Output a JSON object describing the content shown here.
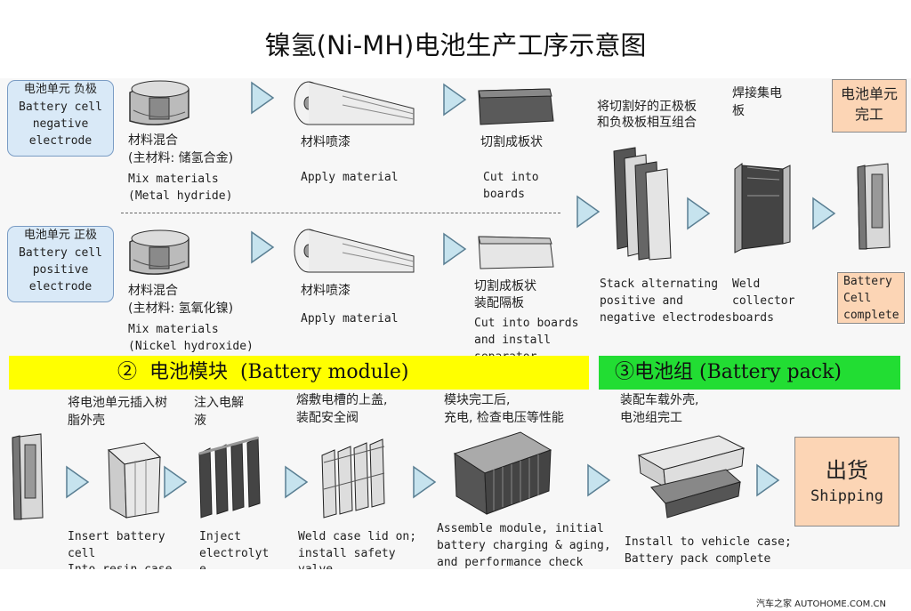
{
  "title": "镍氢(Ni-MH)电池生产工序示意图",
  "cells": {
    "negative": {
      "cn": "电池单元 负极",
      "en1": "Battery cell",
      "en2": "negative",
      "en3": "electrode"
    },
    "positive": {
      "cn": "电池单元 正极",
      "en1": "Battery cell",
      "en2": "positive",
      "en3": "electrode"
    },
    "complete_box": {
      "cn1": "电池单元",
      "cn2": "完工",
      "en1": "Battery",
      "en2": "Cell",
      "en3": "complete"
    },
    "shipping_box": {
      "cn": "出货",
      "en": "Shipping"
    }
  },
  "steps": {
    "neg_mix": {
      "cn1": "材料混合",
      "cn2": "(主材料: 储氢合金)",
      "en1": "Mix materials",
      "en2": "(Metal hydride)"
    },
    "neg_apply": {
      "cn": "材料喷漆",
      "en": "Apply material"
    },
    "neg_cut": {
      "cn": "切割成板状",
      "en1": "Cut into",
      "en2": "boards"
    },
    "pos_mix": {
      "cn1": "材料混合",
      "cn2": "(主材料: 氢氧化镍)",
      "en1": "Mix materials",
      "en2": "(Nickel hydroxide)"
    },
    "pos_apply": {
      "cn": "材料喷漆",
      "en": "Apply material"
    },
    "pos_cut": {
      "cn1": "切割成板状",
      "cn2": "装配隔板",
      "en1": "Cut into boards",
      "en2": "and install",
      "en3": "separator"
    },
    "stack": {
      "cn1": "将切割好的正极板",
      "cn2": "和负极板相互组合",
      "en1": "Stack alternating",
      "en2": "positive and",
      "en3": "negative electrodes"
    },
    "weld": {
      "cn1": "焊接集电",
      "cn2": "板",
      "en1": "Weld",
      "en2": "collector",
      "en3": "boards"
    },
    "insert": {
      "cn1": "将电池单元插入树",
      "cn2": "脂外壳",
      "en1": "Insert battery",
      "en2": "cell",
      "en3": "Into resin case"
    },
    "inject": {
      "cn1": "注入电解",
      "cn2": "液",
      "en1": "Inject",
      "en2": "electrolyt",
      "en3": "e"
    },
    "weldlid": {
      "cn1": "熔敷电槽的上盖,",
      "cn2": "装配安全阀",
      "en1": "Weld case lid on;",
      "en2": "install safety",
      "en3": "valve"
    },
    "assemble": {
      "cn1": "模块完工后,",
      "cn2": "充电, 检查电压等性能",
      "en1": "Assemble module, initial",
      "en2": "battery charging & aging,",
      "en3": "and performance check"
    },
    "install": {
      "cn1": "装配车载外壳,",
      "cn2": "电池组完工",
      "en1": "Install to vehicle case;",
      "en2": "Battery pack complete"
    }
  },
  "bars": {
    "module": "②  电池模块  (Battery module)",
    "pack": "③电池组 (Battery pack)"
  },
  "colors": {
    "arrow": "#c6e3ee",
    "arrow_stroke": "#5a7f93",
    "module_bar": "#ffff00",
    "pack_bar": "#22dd33",
    "cell_box": "#d9e9f7",
    "orange_box": "#fcd5b5"
  },
  "watermark": "汽车之家  AUTOHOME.COM.CN"
}
